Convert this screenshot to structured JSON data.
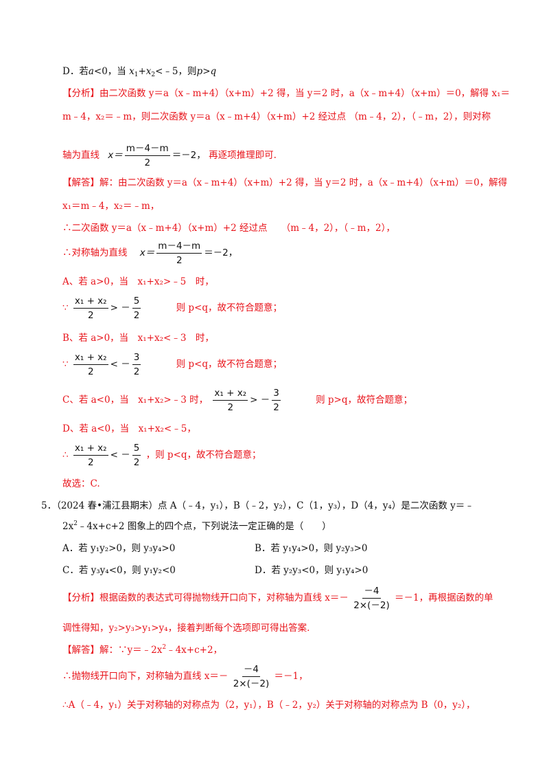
{
  "optD_prev": {
    "label": "D．若",
    "a": "a",
    "t1": "<0，当 ",
    "x1": "x",
    "s1": "1",
    "plus": "+",
    "x2": "x",
    "s2": "2",
    "t2": "<﹣5，则",
    "p": "p",
    "gt": ">",
    "q": "q"
  },
  "analysis1": {
    "tag": "【分析】",
    "l1": "由二次函数 y＝a（x﹣m+4）（x+m）+2 得，当 y＝2 时，a（x﹣m+4）（x+m）＝0，解得 x₁＝",
    "l2": "m﹣4，x₂＝﹣m，则二次函数 y＝a（x﹣m+4）（x+m）+2 经过点 （m﹣4，2），（﹣m，2），则对称",
    "l3a": "轴为直线",
    "l3_x": "x＝",
    "l3_num": "m－4－m",
    "l3_den": "2",
    "l3_val": "＝－2，",
    "l3b": "再逐项推理即可."
  },
  "solution1": {
    "tag": "【解答】",
    "l1": "解：由二次函数 y＝a（x﹣m+4）（x+m）+2 得，当 y＝2 时，a（x﹣m+4）（x+m）＝0，解得",
    "l2": "x₁＝m﹣4，x₂＝﹣m，",
    "l3": "∴二次函数 y＝a（x﹣m+4）（x+m）+2 经过点　　（m﹣4，2），（﹣m，2），",
    "l4a": "∴对称轴为直线",
    "l4_x": "x＝",
    "l4_num": "m－4－m",
    "l4_den": "2",
    "l4_val": "＝－2，",
    "A_line": "A、若 a>0，当　x₁+x₂>﹣5　时，",
    "A_num": "x₁ + x₂",
    "A_den": "2",
    "A_rel": "> －",
    "A_rnum": "5",
    "A_rden": "2",
    "A_conc": "则 p<q，故不符合题意；",
    "B_line": "B、若 a>0，当　x₁+x₂<﹣3　时，",
    "B_num": "x₁ + x₂",
    "B_den": "2",
    "B_rel": "< －",
    "B_rnum": "3",
    "B_rden": "2",
    "B_conc": "则 p<q，故不符合题意；",
    "C_line": "C、若 a<0，当　x₁+x₂>﹣3 时，",
    "C_num": "x₁ + x₂",
    "C_den": "2",
    "C_rel": "> －",
    "C_rnum": "3",
    "C_rden": "2",
    "C_conc": "则 p>q，故符合题意；",
    "D_line": "D、若 a<0，当　x₁+x₂<﹣5，",
    "D_num": "x₁ + x₂",
    "D_den": "2",
    "D_rel": "< －",
    "D_rnum": "5",
    "D_rden": "2",
    "D_conc": "，则 p<q，故不符合题意；",
    "answer": "故选：C."
  },
  "q5": {
    "num": "5．",
    "l1": "（2024 春•浦江县期末）点 A（﹣4，y₁），B（﹣2，y₂），C（1，y₃），D（4，y₄）是二次函数 y＝﹣",
    "l2a": "2x",
    "l2sup": "2",
    "l2b": "﹣4x+c+2 图象上的四个点，下列说法一定正确的是（　　）",
    "optA": "A．若 y₁y₂>0，则 y₃y₄>0",
    "optB": "B．若 y₁y₄>0，则 y₂y₃>0",
    "optC": "C．若 y₃y₄<0，则 y₁y₂<0",
    "optD": "D．若 y₂y₃<0，则 y₁y₄>0"
  },
  "analysis2": {
    "tag": "【分析】",
    "l1a": "根据函数的表达式可得抛物线开口向下，对称轴为直线 x＝－",
    "l1_num": "－4",
    "l1_den": "2×(－2)",
    "l1b": "＝－1，再根据函数的单",
    "l2": "调性得知，y₂>y₃>y₁>y₄，接着判断每个选项即可得出答案."
  },
  "solution2": {
    "tag": "【解答】",
    "l1a": "解：∵y＝﹣2x",
    "l1sup": "2",
    "l1b": "﹣4x+c+2，",
    "l2a": "∴抛物线开口向下，对称轴为直线 x＝－",
    "l2_num": "－4",
    "l2_den": "2×(－2)",
    "l2b": "＝－1，",
    "l3": "∴A（﹣4，y₁）关于对称轴的对称点为（2，y₁），B（﹣2，y₂）关于对称轴的对称点为 B（0，y₂），"
  }
}
